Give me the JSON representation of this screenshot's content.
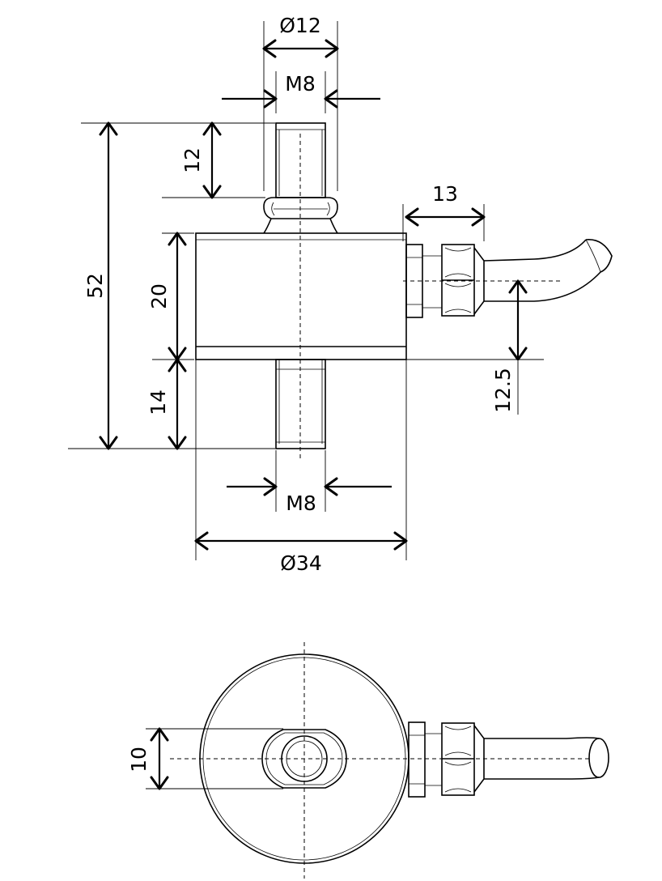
{
  "drawing": {
    "side_view": {
      "dims": {
        "top_stud_diameter": "Ø12",
        "top_thread": "M8",
        "top_stud_height": "12",
        "total_height": "52",
        "body_height": "20",
        "bottom_stud_height": "14",
        "bottom_thread": "M8",
        "body_diameter": "Ø34",
        "connector_length": "13",
        "cable_height": "12.5"
      }
    },
    "top_view": {
      "dims": {
        "flat_width": "10"
      }
    }
  }
}
